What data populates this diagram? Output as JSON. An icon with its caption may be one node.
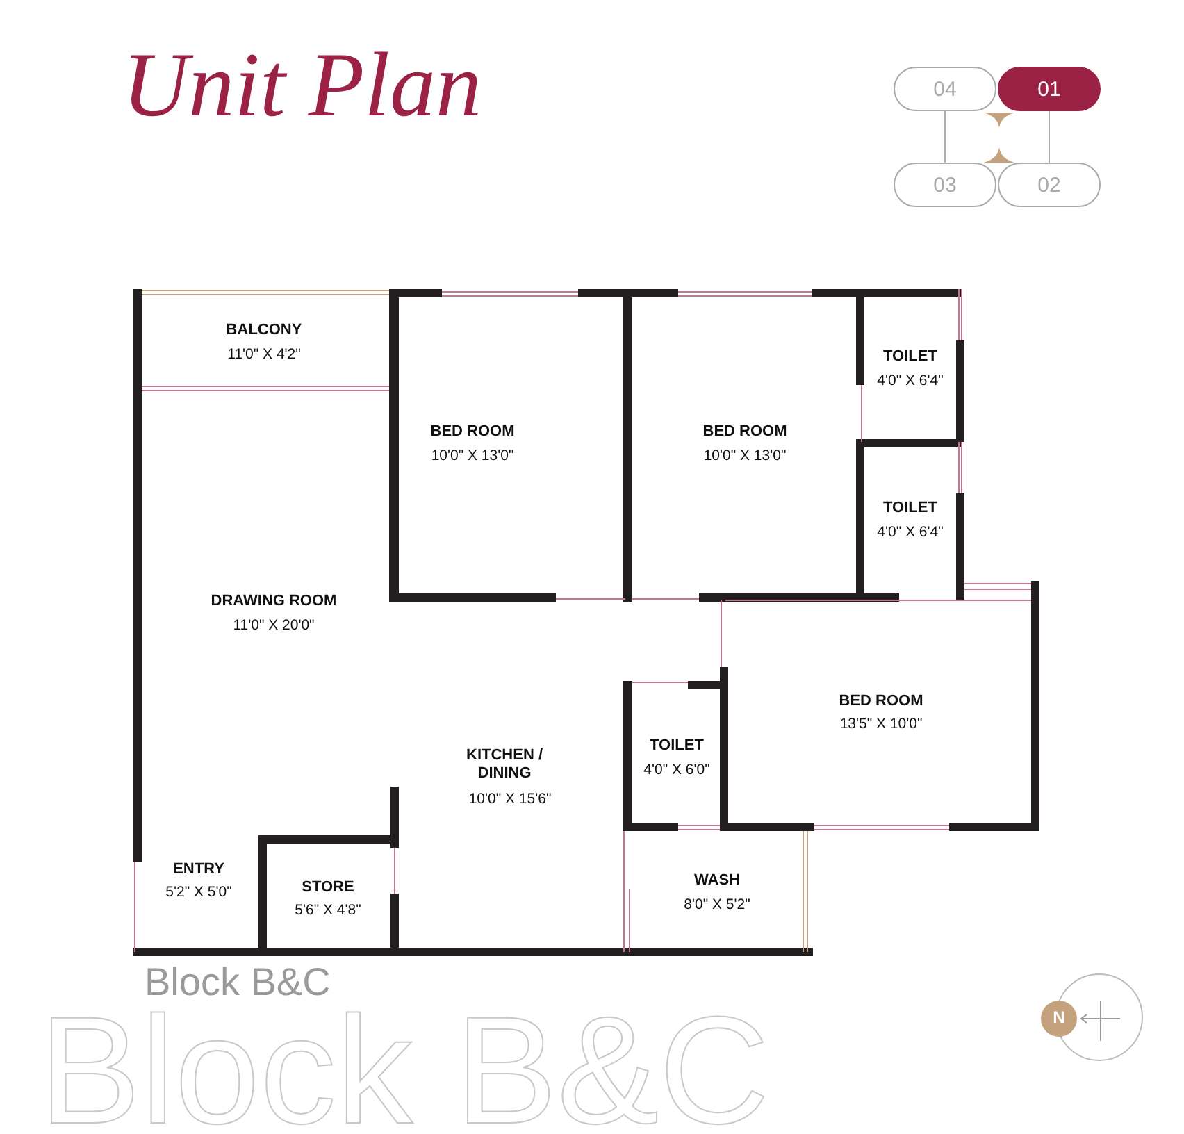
{
  "diagram": {
    "title": "Unit Plan",
    "nodes": [
      {
        "text": [
          "04"
        ]
      },
      {
        "text": [
          "01"
        ]
      },
      {
        "text": [
          "03"
        ]
      },
      {
        "text": [
          "02"
        ]
      }
    ],
    "edges": [
      {
        "from": 0,
        "to": 2,
        "arrow": "none"
      },
      {
        "from": 1,
        "to": 3,
        "arrow": "none"
      }
    ],
    "labels": [
      "BALCONY",
      "11'0\" X 4'2\"",
      "BED ROOM",
      "10'0\" X 13'0\"",
      "BED ROOM",
      "10'0\" X 13'0\"",
      "TOILET",
      "4'0\" X 6'4\"",
      "TOILET",
      "4'0\" X 6'4\"",
      "DRAWING ROOM",
      "11'0\" X 20'0\"",
      "BED ROOM",
      "13'5\" X 10'0\"",
      "TOILET",
      "4'0\" X 6'0\"",
      "KITCHEN / DINING",
      "10'0\" X 15'6\"",
      "ENTRY",
      "5'2\" X 5'0\"",
      "STORE",
      "5'6\" X 4'8\"",
      "WASH",
      "8'0\" X 5'2\"",
      "N",
      "Block B&C",
      "Block B&C"
    ]
  }
}
